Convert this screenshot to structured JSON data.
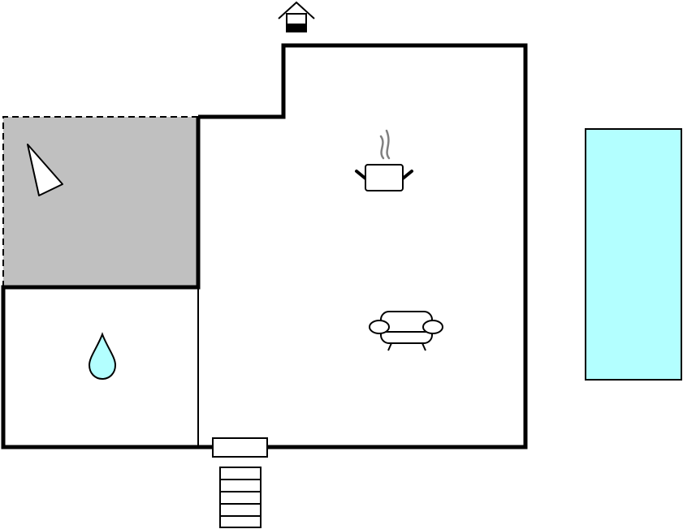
{
  "floorplan": {
    "colors": {
      "background": "#ffffff",
      "wall": "#000000",
      "terrace_fill": "#c0c0c0",
      "pool_fill": "#b3ffff",
      "water_drop_fill": "#b3ffff",
      "steam": "#808080"
    },
    "rooms": [
      {
        "id": "terrace",
        "kind": "terrace",
        "boundary": "dashed",
        "icon": "sunshade-icon"
      },
      {
        "id": "bathroom",
        "kind": "bathroom",
        "icon": "water-drop-icon"
      },
      {
        "id": "living-kitchen",
        "kind": "living-kitchen",
        "icons": [
          "cooking-pot-icon",
          "sofa-icon"
        ]
      }
    ],
    "features": {
      "pool": {
        "kind": "swimming-pool"
      },
      "entrance": {
        "kind": "entrance-door",
        "icon": "entrance-icon"
      },
      "steps": {
        "kind": "outdoor-steps",
        "step_count": 5
      },
      "chimney": {
        "kind": "fireplace",
        "icon": "house-chimney-icon"
      }
    }
  }
}
